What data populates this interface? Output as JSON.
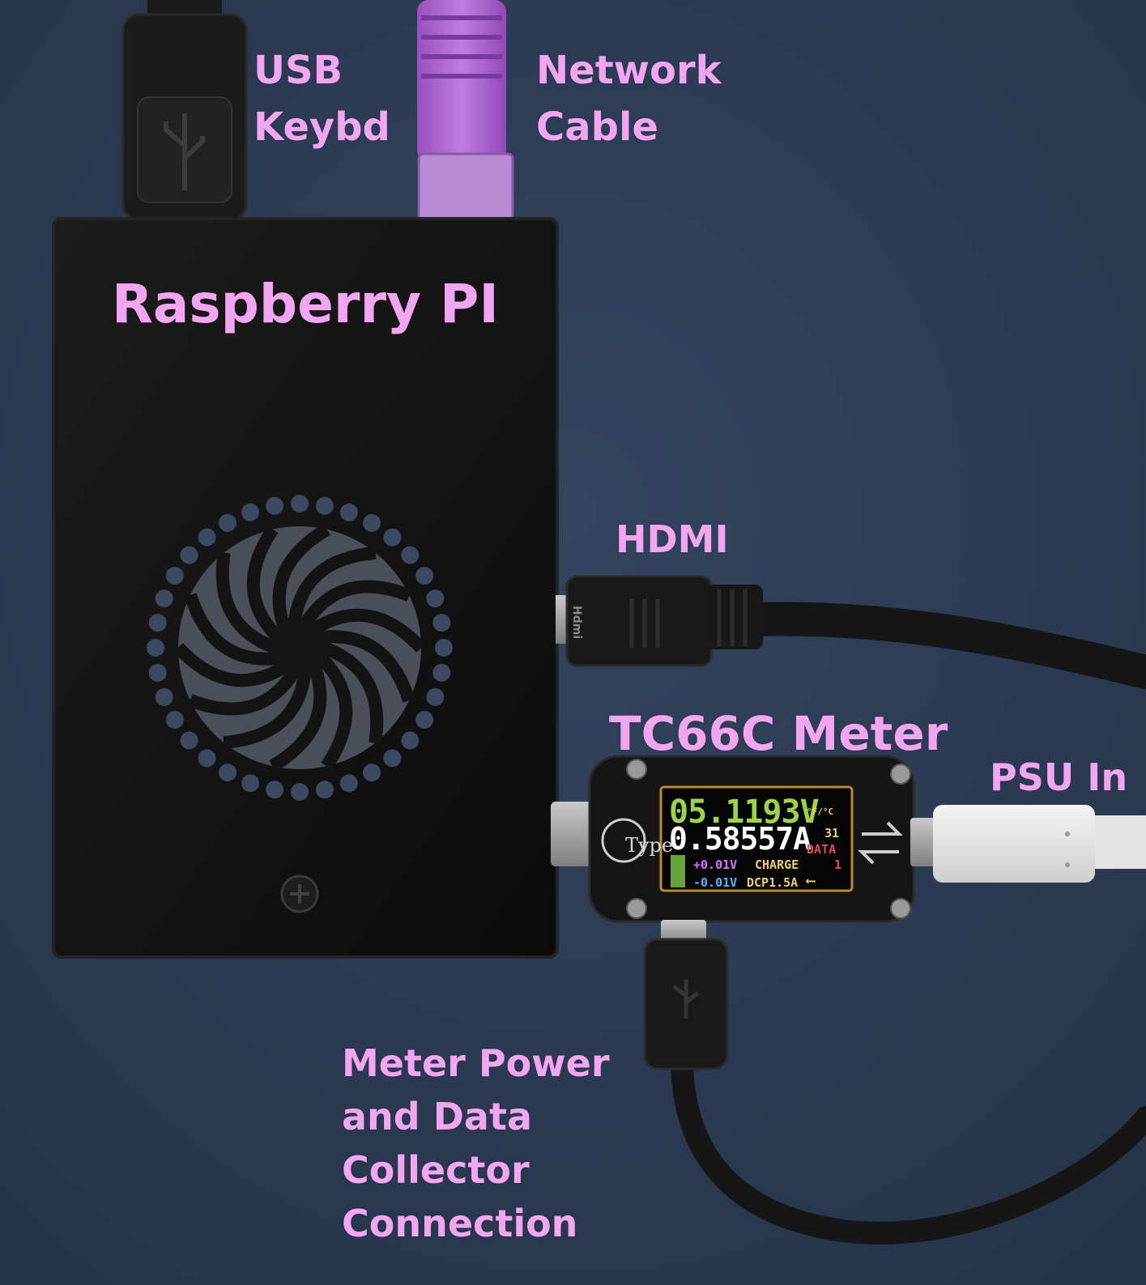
{
  "labels": {
    "usb": [
      "USB",
      "Keybd"
    ],
    "network": [
      "Network",
      "Cable"
    ],
    "device": "Raspberry PI",
    "hdmi": "HDMI",
    "meter": "TC66C Meter",
    "psu": "PSU In",
    "meter_power": [
      "Meter Power",
      "and Data",
      "Collector",
      "Connection"
    ]
  },
  "meter_screen": {
    "voltage": "05.1193V",
    "current": "0.58557A",
    "temp_unit": "°F/°C",
    "temp": "31",
    "data": "DATA",
    "d_plus": "+0.01V",
    "d_minus": "-0.01V",
    "charge": "CHARGE",
    "group": "1",
    "mode": "DCP1.5A",
    "arrow": "⟵"
  },
  "logos": {
    "type_c": "Type",
    "hdmi": "Hdmi"
  },
  "colors": {
    "label": "#f2a6f2",
    "background": "#2f3f57",
    "case": "#121212",
    "network_cable": "#b568d8",
    "usb_c_white": "#e8e8e8"
  }
}
